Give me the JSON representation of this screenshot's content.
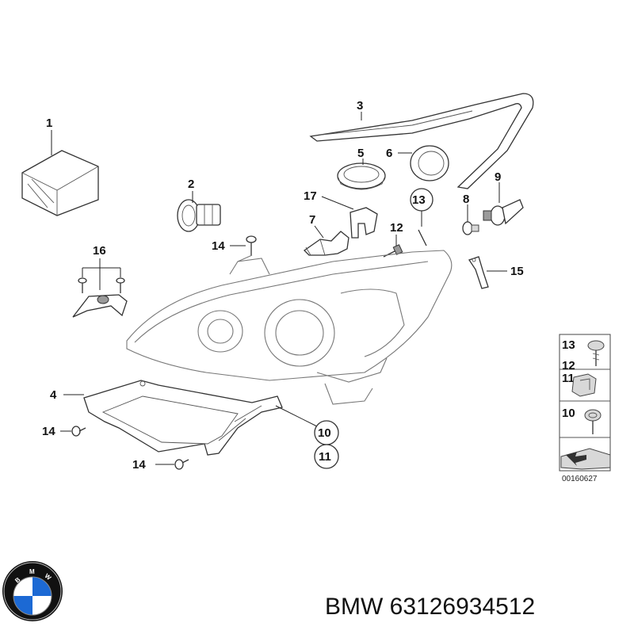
{
  "labels": {
    "l1": "1",
    "l2": "2",
    "l3": "3",
    "l4": "4",
    "l5": "5",
    "l6": "6",
    "l7": "7",
    "l8": "8",
    "l9": "9",
    "l10": "10",
    "l11": "11",
    "l12": "12",
    "l13": "13",
    "l14a": "14",
    "l14b": "14",
    "l14c": "14",
    "l15": "15",
    "l16": "16",
    "l17": "17"
  },
  "legend": {
    "n13": "13",
    "n12": "12",
    "n11": "11",
    "n10": "10"
  },
  "reference_code": "00160627",
  "caption": "BMW 63126934512",
  "logo": {
    "letters": "BMW",
    "colors": {
      "blue": "#1c69d4",
      "ring": "#111111",
      "white": "#ffffff"
    }
  }
}
